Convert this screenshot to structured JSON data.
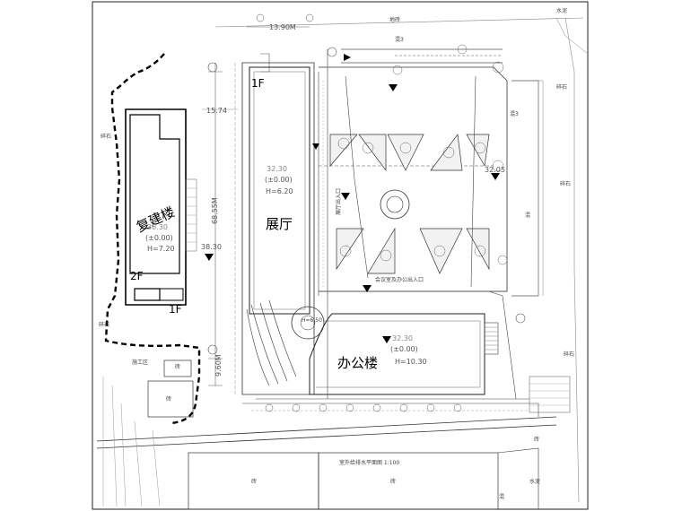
{
  "buildings": {
    "rebuilt": {
      "name": "复建楼",
      "elevation": "38.30",
      "zero": "(±0.00)",
      "height": "H=7.20",
      "floor_upper": "2F",
      "floor_lower": "1F"
    },
    "hall": {
      "name": "展厅",
      "elevation": "32.30",
      "zero": "(±0.00)",
      "height": "H=6.20",
      "floor": "1F"
    },
    "office": {
      "name": "办公楼",
      "elevation": "32.30",
      "zero": "(±0.00)",
      "height": "H=10.30"
    }
  },
  "labels": {
    "dim_top": "13.90M",
    "dim_left": "15.74",
    "dim_vertical": "68.55M",
    "dim_bottom": "9.60M",
    "elev_left": "38.30",
    "elev_right": "32.05",
    "hall_entrance": "展厅出入口",
    "meeting_entrance": "会议室及办公出入口",
    "site_office": "施工区",
    "stair_height": "H=6.50",
    "drawing_title": "室外给排水平面图  1:100"
  },
  "materials": {
    "brick": "砖",
    "concrete": "混",
    "concrete3": "混3",
    "gravel": "碎石",
    "floor_tile": "地砖",
    "water_mud": "水泥",
    "road": "路"
  },
  "colors": {
    "line": "#000000",
    "grid": "#9a9a9a",
    "dash": "#000000"
  }
}
